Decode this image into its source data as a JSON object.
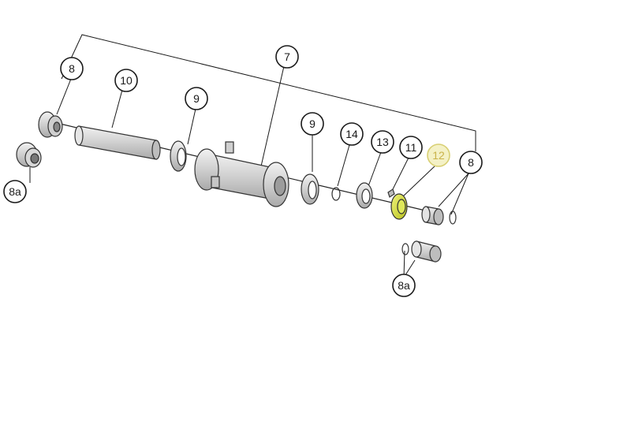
{
  "callouts": {
    "c8_top": "8",
    "c10": "10",
    "c9_left": "9",
    "c7": "7",
    "c9_right": "9",
    "c14": "14",
    "c13": "13",
    "c11": "11",
    "c12": "12",
    "c8_right": "8",
    "c8a_left": "8a",
    "c8a_bottom": "8a"
  },
  "colors": {
    "highlight_fill": "#f4f1c6",
    "highlight_part": "#d9e24a",
    "part_gray": "#d4d4d4"
  }
}
